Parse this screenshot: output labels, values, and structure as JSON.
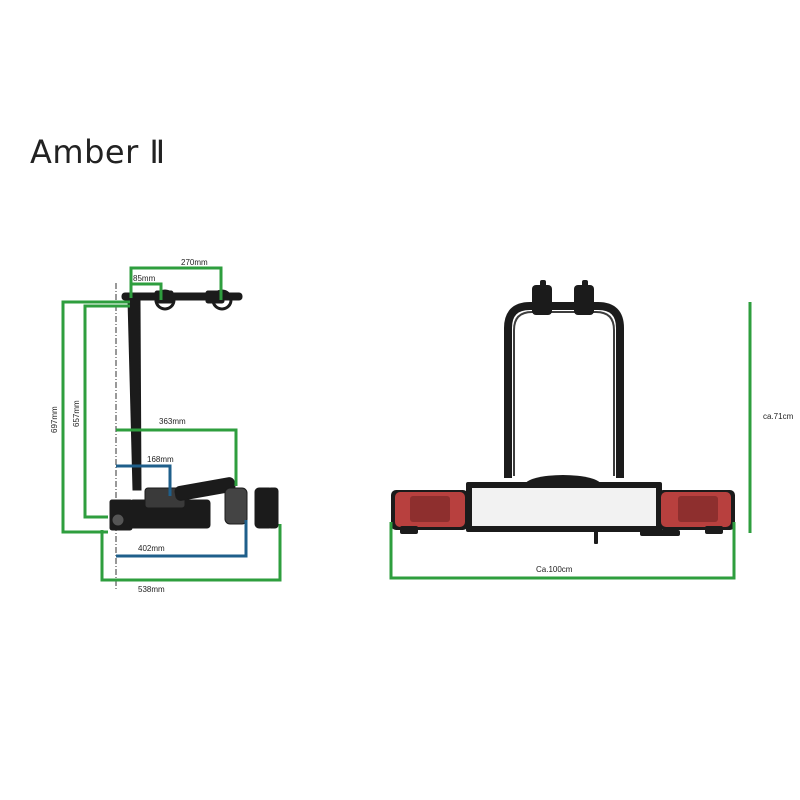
{
  "title": "Amber Ⅱ",
  "colors": {
    "green": "#2e9e3e",
    "blue": "#1f5f8b",
    "frame": "#1b1b1b",
    "lamp": "#b8403e",
    "plate": "#f2f2f2"
  },
  "side_view": {
    "dim_270": "270mm",
    "dim_85": "85mm",
    "dim_697": "697mm",
    "dim_657": "657mm",
    "dim_363": "363mm",
    "dim_168": "168mm",
    "dim_402": "402mm",
    "dim_538": "538mm"
  },
  "rear_view": {
    "dim_height": "ca.71cm",
    "dim_width": "Ca.100cm"
  }
}
